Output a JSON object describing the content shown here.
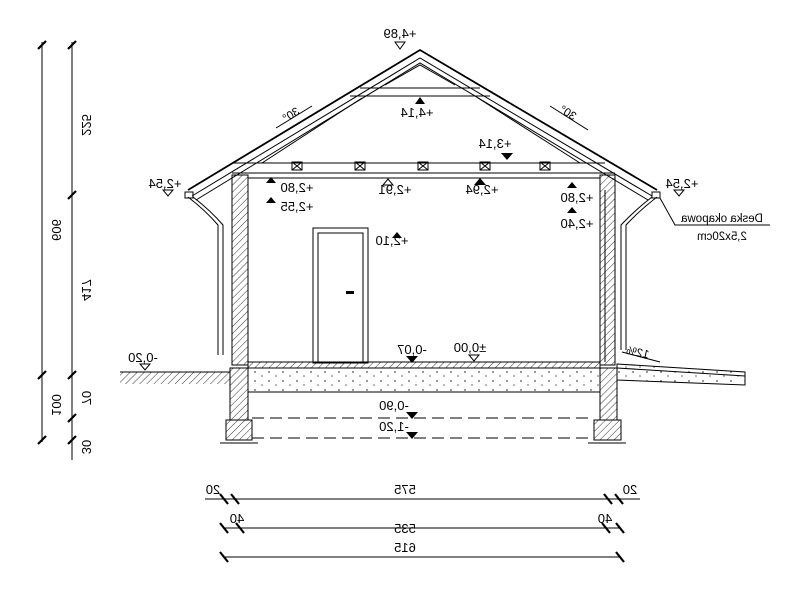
{
  "drawing": {
    "levels": {
      "ridge": "+4,89",
      "collar": "+4,14",
      "ceiling_beam": "+3,14",
      "eave_left": "+2,54",
      "eave_right": "+2,54",
      "left_top": "+2,80",
      "left_plate": "+2,55",
      "ceiling_left": "+2,91",
      "ceiling_right": "+2,94",
      "right_top": "+2,80",
      "right_plate": "+2,40",
      "door_top": "+2,10",
      "floor_finish": "-0,07",
      "zero": "±0,00",
      "ground": "-0,20",
      "foundation_top": "-0,90",
      "foundation_bottom": "-1,20"
    },
    "roof_pitch_left": "30°",
    "roof_pitch_right": "30°",
    "ramp_slope": "12%",
    "note_line1": "Deska okapowa",
    "note_line2": "2,5x20cm",
    "vertical_dims": {
      "total": "606",
      "roof": "225",
      "wall": "417",
      "below": "100",
      "plinth": "70",
      "footing": "30"
    },
    "horizontal_dims": {
      "row1": [
        "20",
        "575",
        "20"
      ],
      "row2": [
        "40",
        "535",
        "40"
      ],
      "row3": "615"
    }
  }
}
